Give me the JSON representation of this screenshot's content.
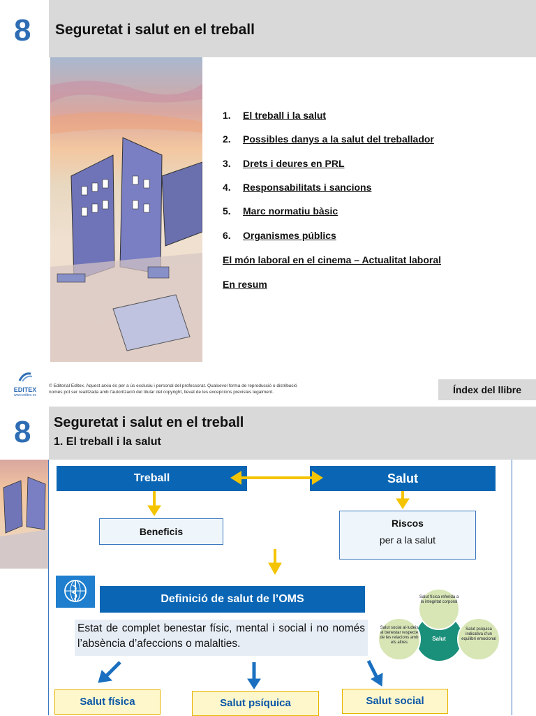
{
  "slide1": {
    "chapter_number": "8",
    "title": "Seguretat i salut en el treball",
    "toc": [
      {
        "num": "1.",
        "label": "El treball i la salut"
      },
      {
        "num": "2.",
        "label": "Possibles danys a la salut del treballador"
      },
      {
        "num": "3.",
        "label": "Drets i deures en PRL"
      },
      {
        "num": "4.",
        "label": "Responsabilitats i sancions"
      },
      {
        "num": "5.",
        "label": "Marc normatiu bàsic"
      },
      {
        "num": "6.",
        "label": "Organismes públics"
      }
    ],
    "extra_links": [
      "El món laboral en el cinema – Actualitat laboral",
      "En resum"
    ],
    "footer": {
      "logo_text": "EDITEX",
      "logo_url": "www.editex.es",
      "copyright_line1": "© Editorial Editex. Aquest arxiu és per a ús exclusiu i personal del professorat. Qualsevol forma de reproducció o distribució",
      "copyright_line2": "només pot ser realitzada amb l'autorització del titular del copyright, llevat de les excepcions previstes legalment.",
      "index_button": "Índex del llibre"
    }
  },
  "slide2": {
    "chapter_number": "8",
    "title": "Seguretat i salut en el treball",
    "subtitle": "1. El treball i la salut",
    "treball": "Treball",
    "salut": "Salut",
    "beneficis": "Beneficis",
    "riscos_title": "Riscos",
    "riscos_sub": "per a la salut",
    "oms_title": "Definició de salut de l’OMS",
    "definition": "Estat de complet benestar físic, mental i social i no només l’absència d’afeccions o malalties.",
    "venn": {
      "center": "Salut",
      "fisica": "Salut física referida a la integritat corporal",
      "social": "Salut social al·ludeix al benestar respecte de les relacions amb els altres",
      "psiquica": "Salut psíquica indicativa d’un equilibri emocional"
    },
    "bottom_boxes": [
      "Salut física",
      "Salut psíquica",
      "Salut social"
    ],
    "colors": {
      "blue": "#0a66b4",
      "yellow": "#f5c400",
      "grey": "#d9d9d9",
      "green": "#1a8f7a"
    }
  }
}
